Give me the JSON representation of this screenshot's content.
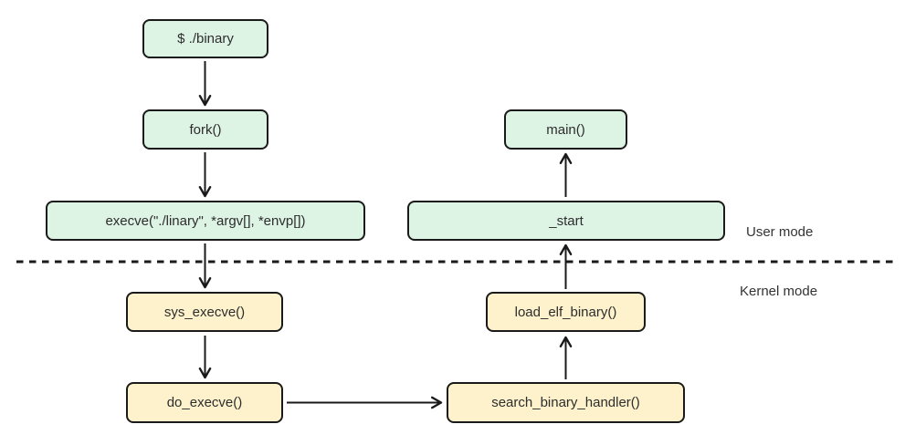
{
  "diagram": {
    "description": "Flow of executing a binary from user mode into kernel mode and back",
    "colors": {
      "user_mode_fill": "#ddf3e4",
      "kernel_mode_fill": "#fdf2cc",
      "border": "#1a1a1a",
      "text": "#2d2d2d",
      "background": "#ffffff"
    },
    "regions": {
      "user_label": "User mode",
      "kernel_label": "Kernel mode"
    },
    "nodes": [
      {
        "id": "cmd",
        "label": "$ ./binary",
        "mode": "user"
      },
      {
        "id": "fork",
        "label": "fork()",
        "mode": "user"
      },
      {
        "id": "execve",
        "label": "execve(\"./linary\", *argv[], *envp[])",
        "mode": "user"
      },
      {
        "id": "sys_execve",
        "label": "sys_execve()",
        "mode": "kernel"
      },
      {
        "id": "do_execve",
        "label": "do_execve()",
        "mode": "kernel"
      },
      {
        "id": "search_binary_handler",
        "label": "search_binary_handler()",
        "mode": "kernel"
      },
      {
        "id": "load_elf_binary",
        "label": "load_elf_binary()",
        "mode": "kernel"
      },
      {
        "id": "start",
        "label": "_start",
        "mode": "user"
      },
      {
        "id": "main",
        "label": "main()",
        "mode": "user"
      }
    ],
    "edges": [
      {
        "from": "cmd",
        "to": "fork"
      },
      {
        "from": "fork",
        "to": "execve"
      },
      {
        "from": "execve",
        "to": "sys_execve"
      },
      {
        "from": "sys_execve",
        "to": "do_execve"
      },
      {
        "from": "do_execve",
        "to": "search_binary_handler"
      },
      {
        "from": "search_binary_handler",
        "to": "load_elf_binary"
      },
      {
        "from": "load_elf_binary",
        "to": "start"
      },
      {
        "from": "start",
        "to": "main"
      }
    ]
  }
}
